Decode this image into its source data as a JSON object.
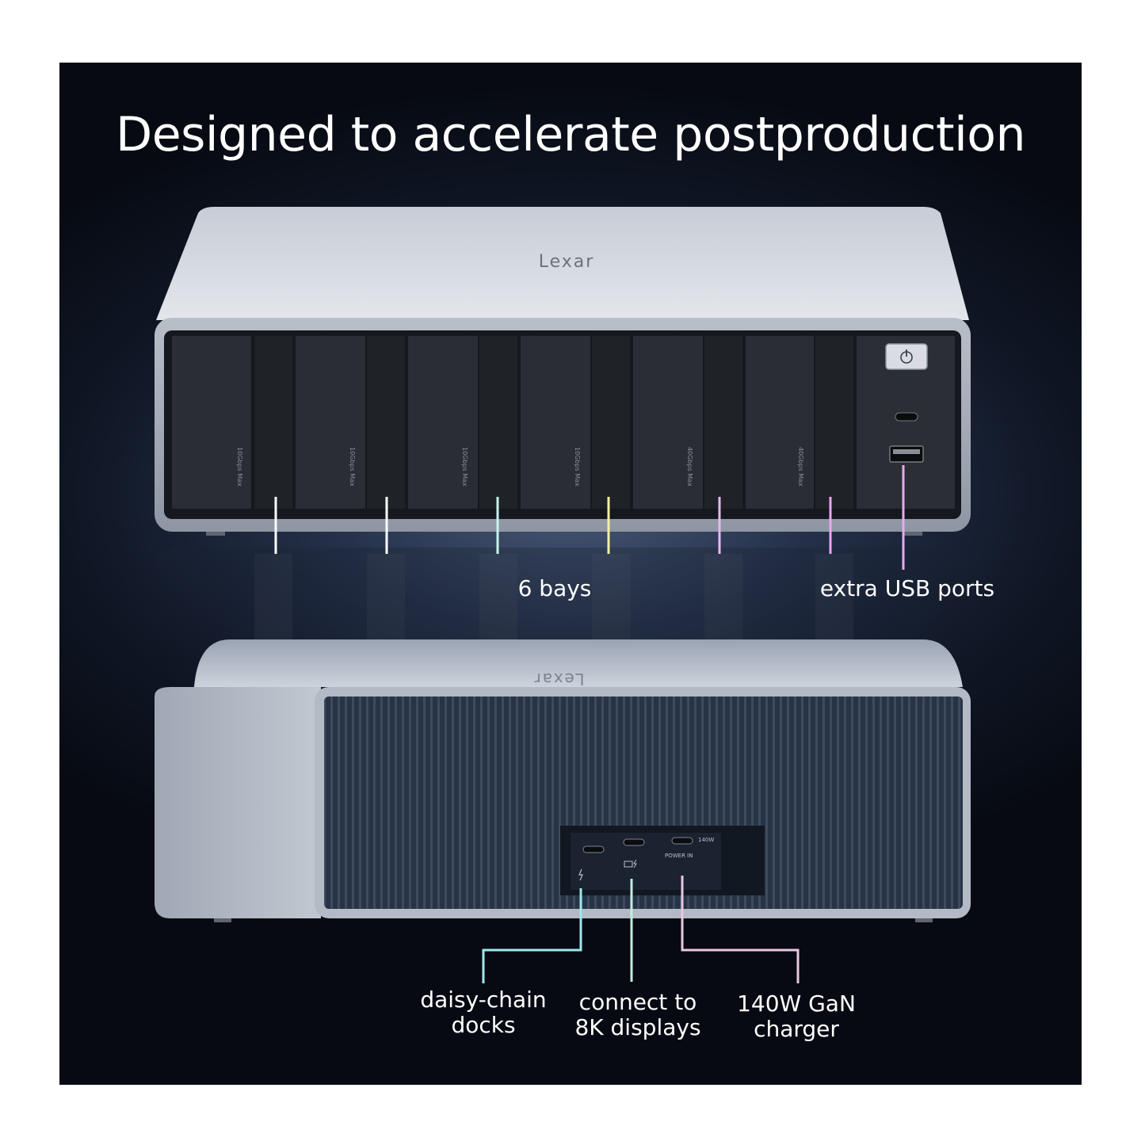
{
  "headline": "Designed to accelerate postproduction",
  "front": {
    "logo": "Lexar",
    "bay_labels": [
      "10Gbps Max",
      "10Gbps Max",
      "10Gbps Max",
      "10Gbps Max",
      "40Gbps Max",
      "40Gbps Max"
    ]
  },
  "back": {
    "logo": "Lexar",
    "power_in": "POWER IN",
    "wattage": "140W"
  },
  "callouts": {
    "bays": "6 bays",
    "usb": "extra USB ports",
    "daisy": [
      "daisy-chain",
      "docks"
    ],
    "display": [
      "connect to",
      "8K displays"
    ],
    "charger": [
      "140W GaN",
      "charger"
    ]
  },
  "colors": {
    "accent_cyan": "#9ee8f0",
    "accent_yellow": "#f3f0a0",
    "accent_pink": "#e8a8f2"
  }
}
